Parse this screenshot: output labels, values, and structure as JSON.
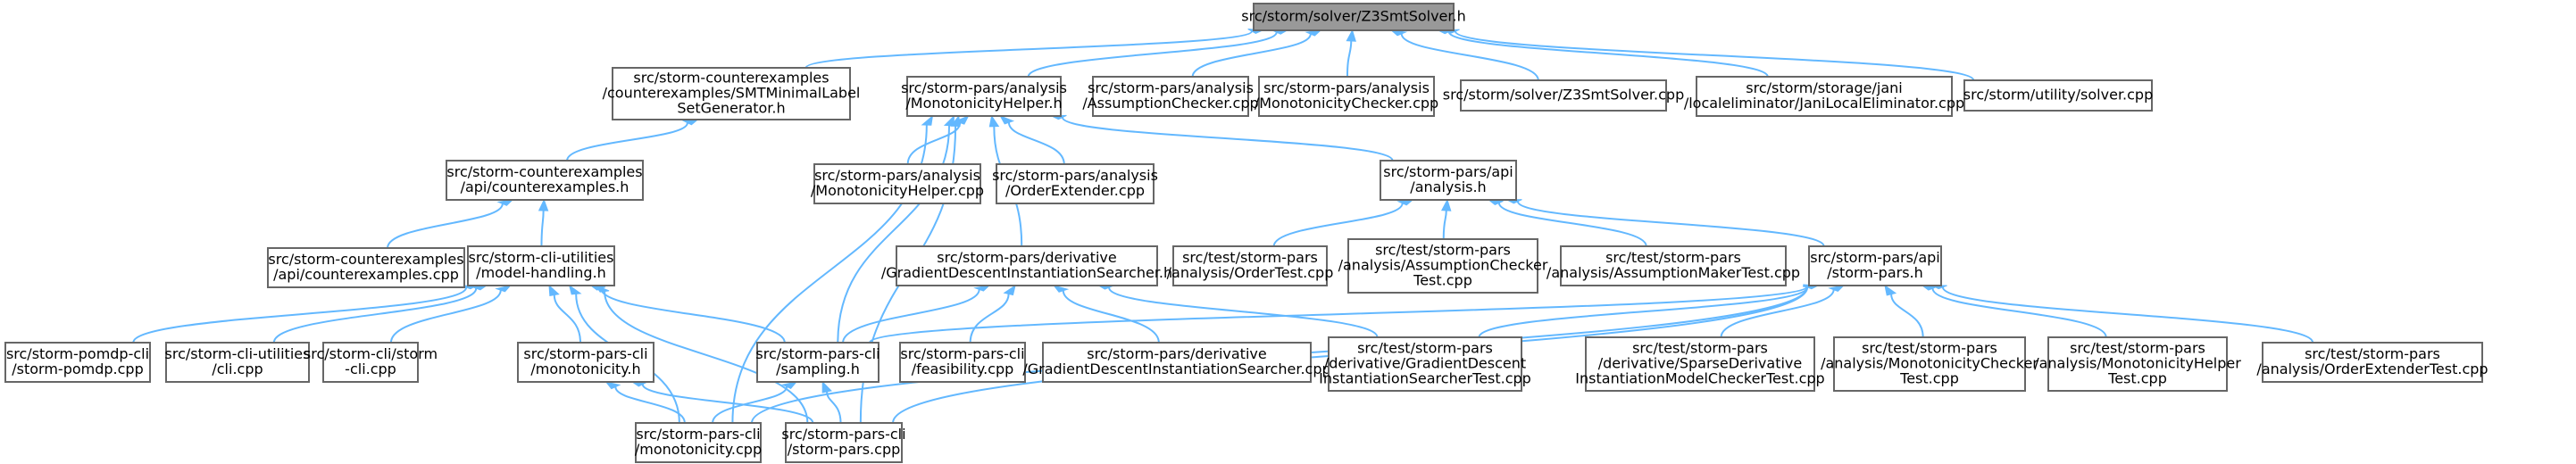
{
  "nodes": [
    {
      "id": "z3h",
      "lines": [
        "src/storm/solver/Z3SmtSolver.h"
      ],
      "root": true
    },
    {
      "id": "smtmin",
      "lines": [
        "src/storm-counterexamples",
        "/counterexamples/SMTMinimalLabel",
        "SetGenerator.h"
      ]
    },
    {
      "id": "monohelperh",
      "lines": [
        "src/storm-pars/analysis",
        "/MonotonicityHelper.h"
      ]
    },
    {
      "id": "assumpcheck",
      "lines": [
        "src/storm-pars/analysis",
        "/AssumptionChecker.cpp"
      ]
    },
    {
      "id": "monocheck",
      "lines": [
        "src/storm-pars/analysis",
        "/MonotonicityChecker.cpp"
      ]
    },
    {
      "id": "z3cpp",
      "lines": [
        "src/storm/solver/Z3SmtSolver.cpp"
      ]
    },
    {
      "id": "janilocal",
      "lines": [
        "src/storm/storage/jani",
        "/localeliminator/JaniLocalEliminator.cpp"
      ]
    },
    {
      "id": "solvercpp",
      "lines": [
        "src/storm/utility/solver.cpp"
      ]
    },
    {
      "id": "cexapih",
      "lines": [
        "src/storm-counterexamples",
        "/api/counterexamples.h"
      ]
    },
    {
      "id": "monohelpercpp",
      "lines": [
        "src/storm-pars/analysis",
        "/MonotonicityHelper.cpp"
      ]
    },
    {
      "id": "orderext",
      "lines": [
        "src/storm-pars/analysis",
        "/OrderExtender.cpp"
      ]
    },
    {
      "id": "analysish",
      "lines": [
        "src/storm-pars/api",
        "/analysis.h"
      ]
    },
    {
      "id": "cexapicpp",
      "lines": [
        "src/storm-counterexamples",
        "/api/counterexamples.cpp"
      ]
    },
    {
      "id": "modelhandling",
      "lines": [
        "src/storm-cli-utilities",
        "/model-handling.h"
      ]
    },
    {
      "id": "gdish",
      "lines": [
        "src/storm-pars/derivative",
        "/GradientDescentInstantiationSearcher.h"
      ]
    },
    {
      "id": "ordertest",
      "lines": [
        "src/test/storm-pars",
        "/analysis/OrderTest.cpp"
      ]
    },
    {
      "id": "assumpchecktest",
      "lines": [
        "src/test/storm-pars",
        "/analysis/AssumptionChecker",
        "Test.cpp"
      ]
    },
    {
      "id": "assumpmaker",
      "lines": [
        "src/test/storm-pars",
        "/analysis/AssumptionMakerTest.cpp"
      ]
    },
    {
      "id": "stormparsh",
      "lines": [
        "src/storm-pars/api",
        "/storm-pars.h"
      ]
    },
    {
      "id": "pomdpcli",
      "lines": [
        "src/storm-pomdp-cli",
        "/storm-pomdp.cpp"
      ]
    },
    {
      "id": "clicpp",
      "lines": [
        "src/storm-cli-utilities",
        "/cli.cpp"
      ]
    },
    {
      "id": "stormcli",
      "lines": [
        "src/storm-cli/storm",
        "-cli.cpp"
      ]
    },
    {
      "id": "monoh",
      "lines": [
        "src/storm-pars-cli",
        "/monotonicity.h"
      ]
    },
    {
      "id": "samplingh",
      "lines": [
        "src/storm-pars-cli",
        "/sampling.h"
      ]
    },
    {
      "id": "feasibility",
      "lines": [
        "src/storm-pars-cli",
        "/feasibility.cpp"
      ]
    },
    {
      "id": "gdiscpp",
      "lines": [
        "src/storm-pars/derivative",
        "/GradientDescentInstantiationSearcher.cpp"
      ]
    },
    {
      "id": "gdistest",
      "lines": [
        "src/test/storm-pars",
        "/derivative/GradientDescent",
        "InstantiationSearcherTest.cpp"
      ]
    },
    {
      "id": "sparsederiv",
      "lines": [
        "src/test/storm-pars",
        "/derivative/SparseDerivative",
        "InstantiationModelCheckerTest.cpp"
      ]
    },
    {
      "id": "monochecktest",
      "lines": [
        "src/test/storm-pars",
        "/analysis/MonotonicityChecker",
        "Test.cpp"
      ]
    },
    {
      "id": "monohelpertest",
      "lines": [
        "src/test/storm-pars",
        "/analysis/MonotonicityHelper",
        "Test.cpp"
      ]
    },
    {
      "id": "orderexttest",
      "lines": [
        "src/test/storm-pars",
        "/analysis/OrderExtenderTest.cpp"
      ]
    },
    {
      "id": "monocpp",
      "lines": [
        "src/storm-pars-cli",
        "/monotonicity.cpp"
      ]
    },
    {
      "id": "stormparscpp",
      "lines": [
        "src/storm-pars-cli",
        "/storm-pars.cpp"
      ]
    }
  ],
  "edges": [
    [
      "smtmin",
      "z3h"
    ],
    [
      "monohelperh",
      "z3h"
    ],
    [
      "assumpcheck",
      "z3h"
    ],
    [
      "monocheck",
      "z3h"
    ],
    [
      "z3cpp",
      "z3h"
    ],
    [
      "janilocal",
      "z3h"
    ],
    [
      "solvercpp",
      "z3h"
    ],
    [
      "cexapih",
      "smtmin"
    ],
    [
      "monohelpercpp",
      "monohelperh"
    ],
    [
      "orderext",
      "monohelperh"
    ],
    [
      "analysish",
      "monohelperh"
    ],
    [
      "gdish",
      "monohelperh"
    ],
    [
      "samplingh",
      "monohelperh"
    ],
    [
      "monocpp",
      "monohelperh"
    ],
    [
      "stormparscpp",
      "monohelperh"
    ],
    [
      "cexapicpp",
      "cexapih"
    ],
    [
      "modelhandling",
      "cexapih"
    ],
    [
      "ordertest",
      "analysish"
    ],
    [
      "assumpchecktest",
      "analysish"
    ],
    [
      "assumpmaker",
      "analysish"
    ],
    [
      "stormparsh",
      "analysish"
    ],
    [
      "pomdpcli",
      "modelhandling"
    ],
    [
      "clicpp",
      "modelhandling"
    ],
    [
      "stormcli",
      "modelhandling"
    ],
    [
      "monoh",
      "modelhandling"
    ],
    [
      "samplingh",
      "modelhandling"
    ],
    [
      "monocpp",
      "modelhandling"
    ],
    [
      "stormparscpp",
      "modelhandling"
    ],
    [
      "samplingh",
      "gdish"
    ],
    [
      "feasibility",
      "gdish"
    ],
    [
      "gdiscpp",
      "gdish"
    ],
    [
      "gdistest",
      "gdish"
    ],
    [
      "samplingh",
      "stormparsh"
    ],
    [
      "gdistest",
      "stormparsh"
    ],
    [
      "sparsederiv",
      "stormparsh"
    ],
    [
      "monochecktest",
      "stormparsh"
    ],
    [
      "monohelpertest",
      "stormparsh"
    ],
    [
      "orderexttest",
      "stormparsh"
    ],
    [
      "monocpp",
      "stormparsh"
    ],
    [
      "stormparscpp",
      "stormparsh"
    ],
    [
      "monocpp",
      "monoh"
    ],
    [
      "stormparscpp",
      "monoh"
    ],
    [
      "monocpp",
      "samplingh"
    ],
    [
      "stormparscpp",
      "samplingh"
    ]
  ]
}
